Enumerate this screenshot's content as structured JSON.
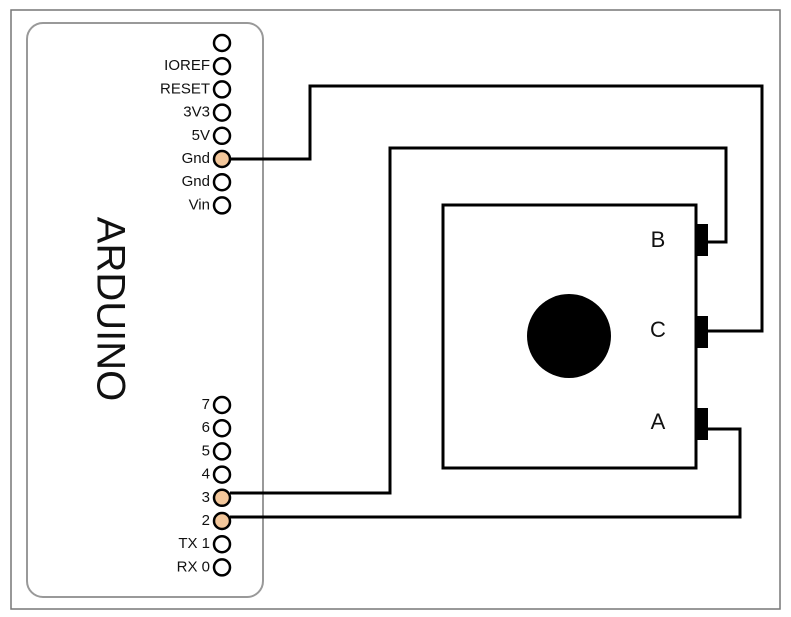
{
  "board": {
    "name": "ARDUINO",
    "power_pins": [
      {
        "label": "",
        "connected": false
      },
      {
        "label": "IOREF",
        "connected": false
      },
      {
        "label": "RESET",
        "connected": false
      },
      {
        "label": "3V3",
        "connected": false
      },
      {
        "label": "5V",
        "connected": false
      },
      {
        "label": "Gnd",
        "connected": true
      },
      {
        "label": "Gnd",
        "connected": false
      },
      {
        "label": "Vin",
        "connected": false
      }
    ],
    "digital_pins": [
      {
        "label": "7",
        "connected": false
      },
      {
        "label": "6",
        "connected": false
      },
      {
        "label": "5",
        "connected": false
      },
      {
        "label": "4",
        "connected": false
      },
      {
        "label": "3",
        "connected": true
      },
      {
        "label": "2",
        "connected": true
      },
      {
        "label": "TX 1",
        "connected": false
      },
      {
        "label": "RX 0",
        "connected": false
      }
    ]
  },
  "encoder": {
    "terminals": [
      {
        "label": "B"
      },
      {
        "label": "C"
      },
      {
        "label": "A"
      }
    ]
  },
  "wiring": [
    {
      "from": "Gnd",
      "to": "C"
    },
    {
      "from": "3",
      "to": "B"
    },
    {
      "from": "2",
      "to": "A"
    }
  ],
  "colors": {
    "pin_idle": "#ffffff",
    "pin_connected": "#f3c79b",
    "line": "#000000",
    "board_outline": "#999999",
    "frame": "#777777"
  }
}
